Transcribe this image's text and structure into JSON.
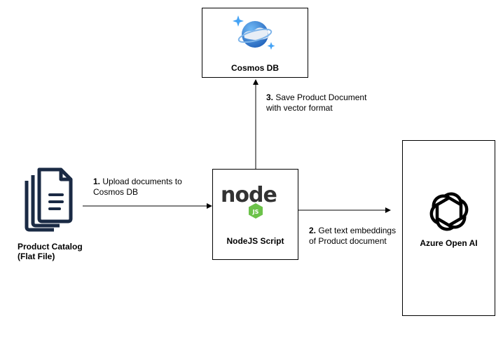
{
  "nodes": {
    "cosmos": {
      "label": "Cosmos DB"
    },
    "catalog": {
      "label_line1": "Product Catalog",
      "label_line2": "(Flat File)"
    },
    "node_script": {
      "label": "NodeJS Script",
      "logo_text": "node",
      "badge_text": "JS"
    },
    "openai": {
      "label": "Azure Open AI"
    }
  },
  "steps": [
    {
      "number": "1.",
      "line1": "Upload documents to",
      "line2": "Cosmos DB"
    },
    {
      "number": "2.",
      "line1": "Get text embeddings",
      "line2": "of Product document"
    },
    {
      "number": "3.",
      "line1": "Save Product Document",
      "line2": "with vector format"
    }
  ],
  "colors": {
    "node_dark": "#333333",
    "node_green": "#6cc24a",
    "cosmos_blue": "#3b82d6",
    "cosmos_sparkle": "#45a3f5",
    "icon_navy": "#1a2a44"
  }
}
